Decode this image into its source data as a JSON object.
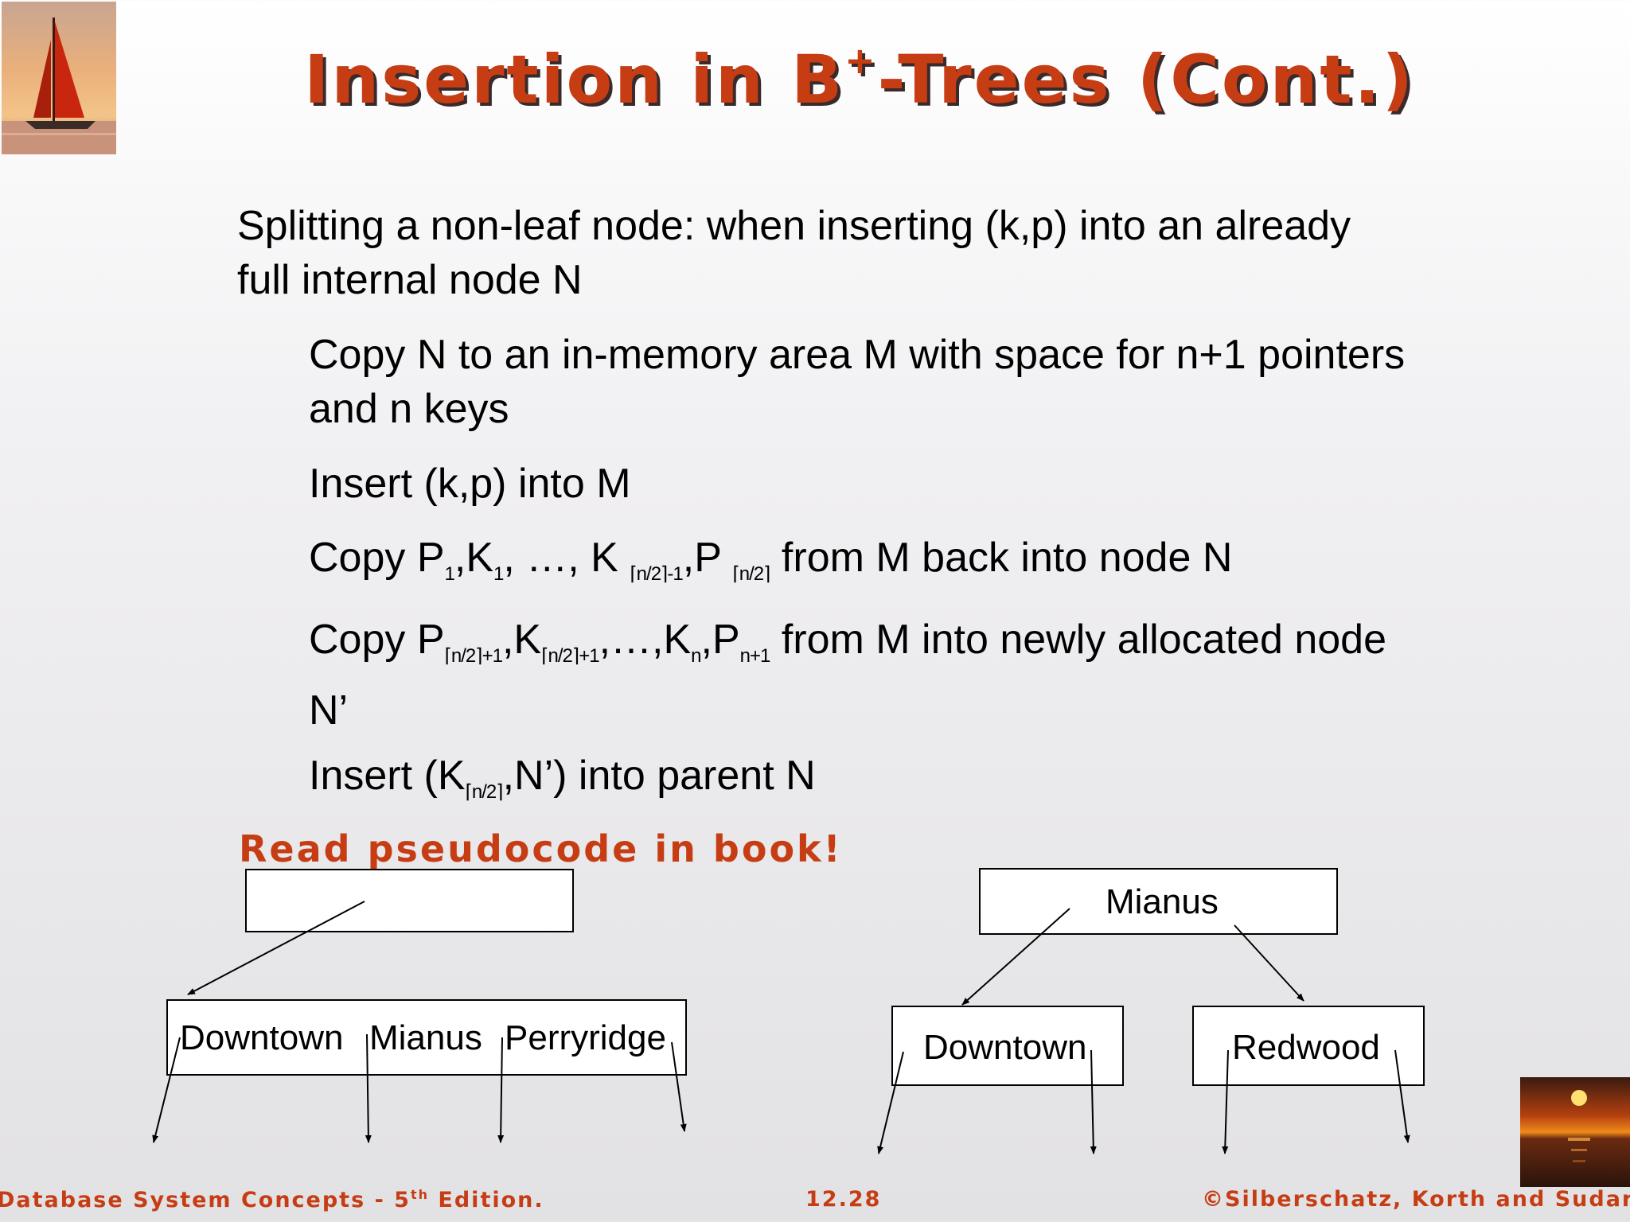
{
  "slide": {
    "title": "Insertion in B",
    "title_sup": "+",
    "title_rest": "-Trees (Cont.)",
    "intro_line1": "Splitting a non-leaf node: when inserting (k,p) into an already",
    "intro_line2": "full internal node N",
    "step1_line1": "Copy N to an in-memory area M with space for n+1 pointers",
    "step1_line2": "and n keys",
    "step2": "Insert (k,p) into M",
    "step3": {
      "a": "Copy P",
      "a_sub": "1",
      "b": ",K",
      "b_sub": "1",
      "c": ", …, K ",
      "c_sub": "⌈n/2⌉-1",
      "d": ",P ",
      "d_sub": "⌈n/2⌉",
      "e": " from M back into node N"
    },
    "step4": {
      "a": "Copy P",
      "a_sub": "⌈n/2⌉+1",
      "b": ",K",
      "b_sub": "⌈n/2⌉+1",
      "c": ",…,K",
      "c_sub": "n",
      "d": ",P",
      "d_sub": "n+1",
      "e": " from M into newly allocated node",
      "line2": "N’"
    },
    "step5": {
      "a": "Insert (K",
      "a_sub": "⌈n/2⌉",
      "b": ",N’) into parent N"
    },
    "read_note": "Read pseudocode in book!"
  },
  "diagram": {
    "left_leaf": [
      "Downtown",
      "Mianus",
      "Perryridge"
    ],
    "right_root": "Mianus",
    "right_leaf_left": "Downtown",
    "right_leaf_right": "Redwood"
  },
  "footer": {
    "left": "Database System Concepts - 5",
    "left_sup": "th",
    "left_rest": " Edition.",
    "center": "12.28",
    "right": "©Silberschatz, Korth and Sudarshan"
  },
  "colors": {
    "accent": "#c63d14",
    "text": "#000000"
  },
  "icons": {
    "top_left": "sailboat-sunset-image",
    "bottom_right": "sunset-sea-image"
  }
}
